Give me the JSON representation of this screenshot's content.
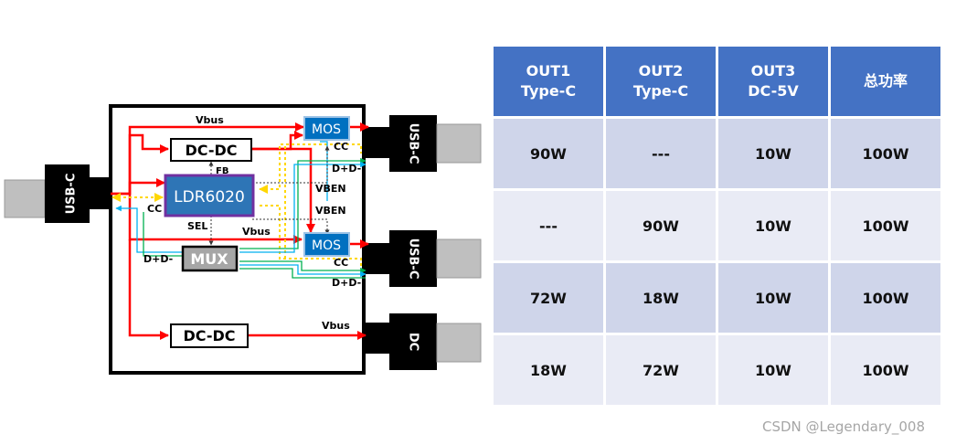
{
  "diagram": {
    "input_port": "USB-C",
    "outputs": [
      "USB-C",
      "USB-C",
      "DC"
    ],
    "blocks": {
      "controller": "LDR6020",
      "dcdc_top": "DC-DC",
      "dcdc_bottom": "DC-DC",
      "mux": "MUX",
      "mos_top": "MOS",
      "mos_mid": "MOS"
    },
    "signals": {
      "vbus_top": "Vbus",
      "vbus_mid": "Vbus",
      "vbus_bottom": "Vbus",
      "fb": "FB",
      "sel": "SEL",
      "cc_left": "CC",
      "cc_top": "CC",
      "cc_mid": "CC",
      "dpdm_top": "D+D-",
      "dpdm_mux": "D+D-",
      "dpdm_mid": "D+D-",
      "vben_top": "VBEN",
      "vben_mid": "VBEN"
    },
    "colors": {
      "power": "#ff0000",
      "cc": "#ffd700",
      "mos_fill": "#0070c0",
      "controller_fill": "#2e75b6",
      "controller_border": "#7030a0",
      "mux_fill": "#a6a6a6",
      "connector_fill": "#000000",
      "plug_fill": "#bfbfbf"
    }
  },
  "table": {
    "headers": [
      [
        "OUT1",
        "Type-C"
      ],
      [
        "OUT2",
        "Type-C"
      ],
      [
        "OUT3",
        "DC-5V"
      ],
      [
        "总功率"
      ]
    ],
    "rows": [
      [
        "90W",
        "---",
        "10W",
        "100W"
      ],
      [
        "---",
        "90W",
        "10W",
        "100W"
      ],
      [
        "72W",
        "18W",
        "10W",
        "100W"
      ],
      [
        "18W",
        "72W",
        "10W",
        "100W"
      ]
    ]
  },
  "watermark": "CSDN @Legendary_008"
}
